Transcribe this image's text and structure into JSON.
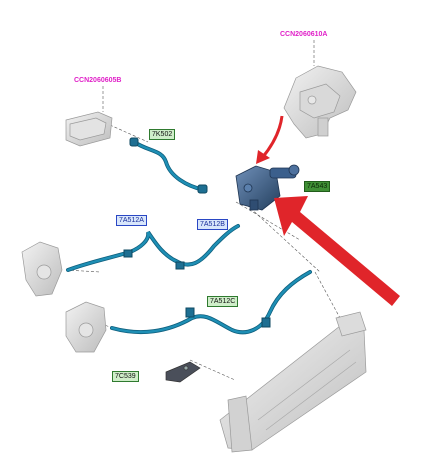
{
  "labels": {
    "ref_top_right": "CCN2060610A",
    "ref_top_left": "CCN2060605B",
    "part_7k502": "7K502",
    "part_7a543": "7A543",
    "part_7a512a": "7A512A",
    "part_7a512b": "7A512B",
    "part_7a512c": "7A512C",
    "part_7c539": "7C539"
  },
  "colors": {
    "hose": "#1e8fb5",
    "hose_dark": "#0f5f7d",
    "ghost_part": "#c9c9c9",
    "ghost_stroke": "#9a9a9a",
    "reservoir": "#3b5f8c",
    "arrow_red": "#e0252a",
    "leader_dash": "#555555",
    "ref_label": "#e020c8"
  }
}
